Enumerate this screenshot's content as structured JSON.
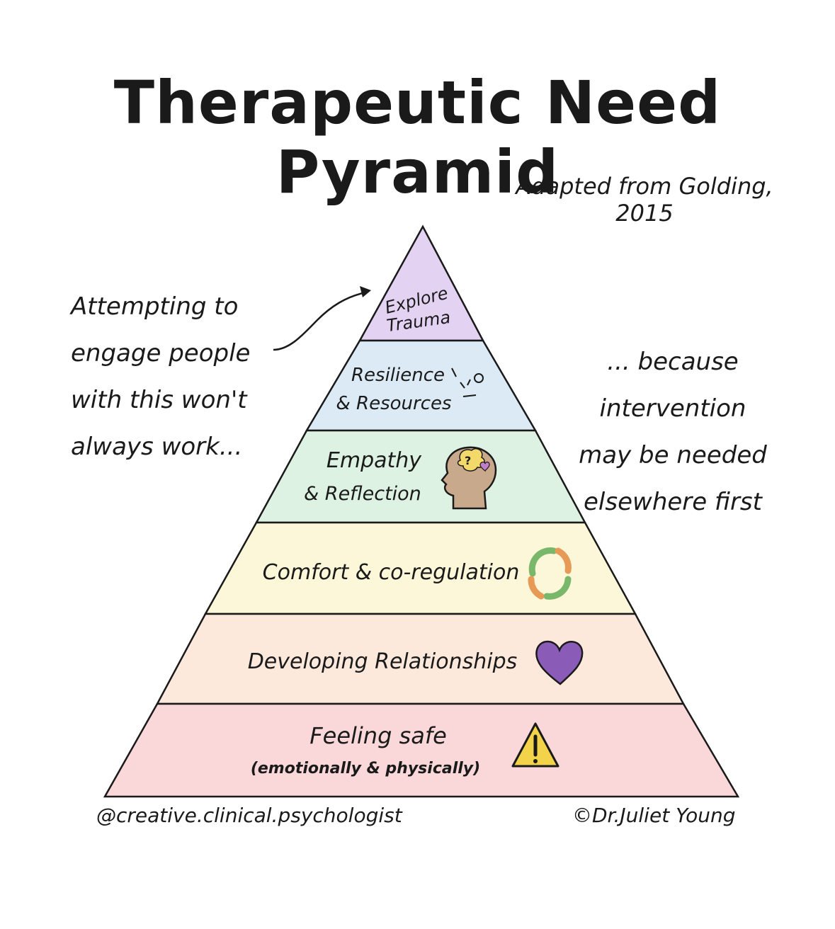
{
  "title": "Therapeutic Need Pyramid",
  "subtitle": "Adapted from Golding, 2015",
  "left_note": "Attempting to engage people with this won't always work...",
  "right_note": "... because intervention may be needed elsewhere first",
  "footer": {
    "handle": "@creative.clinical.psychologist",
    "credit": "©Dr.Juliet Young"
  },
  "levels": [
    {
      "line1": "Explore",
      "line2": "Trauma",
      "color": "#e3d2f2",
      "icon": "none"
    },
    {
      "line1": "Resilience",
      "line2": "& Resources",
      "color": "#dbeaf5",
      "icon": "sparkle-icon"
    },
    {
      "line1": "Empathy",
      "line2": "& Reflection",
      "color": "#ddf2e2",
      "icon": "head-thinking-icon"
    },
    {
      "line1": "Comfort & co-regulation",
      "line2": "",
      "color": "#fdf7d9",
      "icon": "cycle-arrows-icon"
    },
    {
      "line1": "Developing Relationships",
      "line2": "",
      "color": "#fde9dc",
      "icon": "heart-icon"
    },
    {
      "line1": "Feeling safe",
      "line2": "(emotionally & physically)",
      "color": "#fad7d9",
      "icon": "warning-icon"
    }
  ],
  "colors": {
    "heart": "#8a5cb8",
    "warning": "#f3d34a",
    "cycle_green": "#79b86a",
    "cycle_orange": "#e79a55",
    "head": "#c9a98c",
    "brain_yellow": "#f3d96a",
    "brain_heart": "#c07ec9"
  }
}
